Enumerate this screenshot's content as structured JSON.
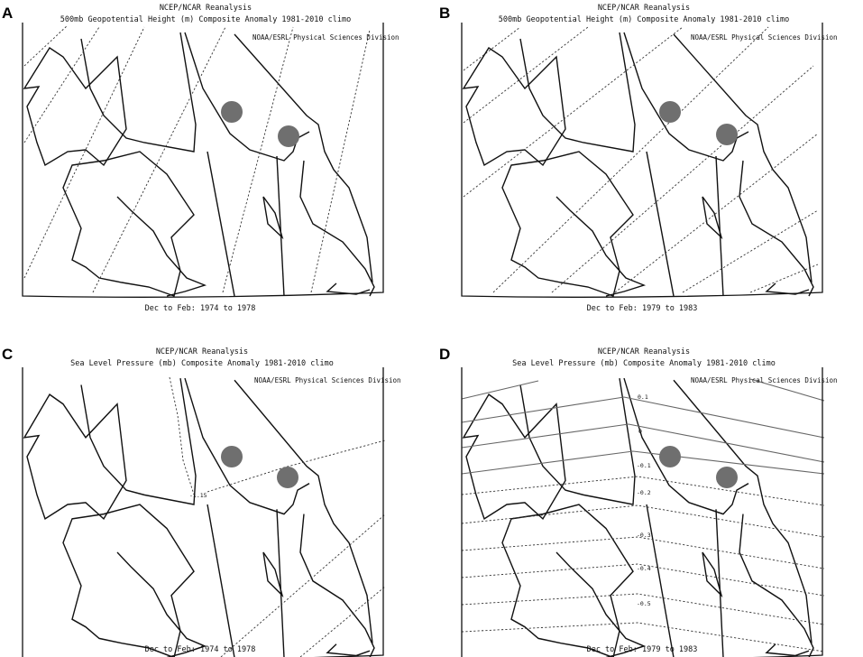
{
  "colors": {
    "site_marker": "#6f6f6f",
    "coastline": "#111111",
    "contour_dashed": "#333333",
    "contour_solid": "#666666"
  },
  "panels": [
    {
      "letter": "A",
      "dataset": "NCEP/NCAR Reanalysis",
      "title": "500mb Geopotential Height (m) Composite Anomaly 1981-2010 climo",
      "credit": "NOAA/ESRL Physical Sciences Division",
      "period": "Dec to Feb: 1974 to 1978",
      "contour_labels": []
    },
    {
      "letter": "B",
      "dataset": "NCEP/NCAR Reanalysis",
      "title": "500mb Geopotential Height (m) Composite Anomaly 1981-2010 climo",
      "credit": "NOAA/ESRL Physical Sciences Division",
      "period": "Dec to Feb: 1979 to 1983",
      "contour_labels": []
    },
    {
      "letter": "C",
      "dataset": "NCEP/NCAR Reanalysis",
      "title": "Sea Level Pressure (mb) Composite Anomaly 1981-2010 climo",
      "credit": "NOAA/ESRL Physical Sciences Division",
      "period": "Dec to Feb: 1974 to 1978",
      "contour_labels": [
        "-1.15"
      ]
    },
    {
      "letter": "D",
      "dataset": "NCEP/NCAR Reanalysis",
      "title": "Sea Level Pressure (mb) Composite Anomaly 1981-2010 climo",
      "credit": "NOAA/ESRL Physical Sciences Division",
      "period": "Dec to Feb: 1979 to 1983",
      "contour_labels": [
        "0.1",
        "0",
        "-0.1",
        "-0.2",
        "-0.3",
        "-0.4",
        "-0.5"
      ]
    }
  ]
}
